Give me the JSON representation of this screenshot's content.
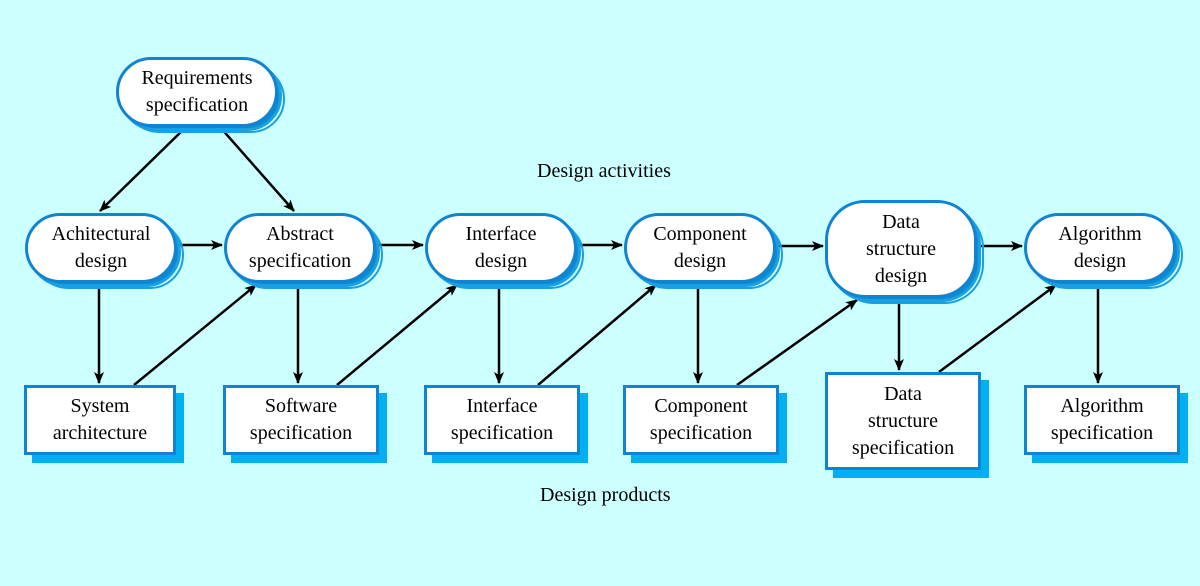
{
  "diagram": {
    "section_labels": {
      "activities": "Design activities",
      "products": "Design products"
    },
    "start": {
      "id": "requirements",
      "lines": [
        "Requirements",
        "specification"
      ]
    },
    "activities": [
      {
        "id": "architectural-design",
        "lines": [
          "Achitectural",
          "design"
        ]
      },
      {
        "id": "abstract-specification",
        "lines": [
          "Abstract",
          "specification"
        ]
      },
      {
        "id": "interface-design",
        "lines": [
          "Interface",
          "design"
        ]
      },
      {
        "id": "component-design",
        "lines": [
          "Component",
          "design"
        ]
      },
      {
        "id": "data-structure-design",
        "lines": [
          "Data",
          "structure",
          "design"
        ]
      },
      {
        "id": "algorithm-design",
        "lines": [
          "Algorithm",
          "design"
        ]
      }
    ],
    "products": [
      {
        "id": "system-architecture",
        "lines": [
          "System",
          "architecture"
        ]
      },
      {
        "id": "software-specification",
        "lines": [
          "Software",
          "specification"
        ]
      },
      {
        "id": "interface-specification",
        "lines": [
          "Interface",
          "specification"
        ]
      },
      {
        "id": "component-specification",
        "lines": [
          "Component",
          "specification"
        ]
      },
      {
        "id": "data-structure-specification",
        "lines": [
          "Data",
          "structure",
          "specification"
        ]
      },
      {
        "id": "algorithm-specification",
        "lines": [
          "Algorithm",
          "specification"
        ]
      }
    ],
    "edges": [
      {
        "from": "requirements",
        "to": "architectural-design"
      },
      {
        "from": "requirements",
        "to": "abstract-specification"
      },
      {
        "from": "architectural-design",
        "to": "abstract-specification"
      },
      {
        "from": "abstract-specification",
        "to": "interface-design"
      },
      {
        "from": "interface-design",
        "to": "component-design"
      },
      {
        "from": "component-design",
        "to": "data-structure-design"
      },
      {
        "from": "data-structure-design",
        "to": "algorithm-design"
      },
      {
        "from": "architectural-design",
        "to": "system-architecture"
      },
      {
        "from": "abstract-specification",
        "to": "software-specification"
      },
      {
        "from": "interface-design",
        "to": "interface-specification"
      },
      {
        "from": "component-design",
        "to": "component-specification"
      },
      {
        "from": "data-structure-design",
        "to": "data-structure-specification"
      },
      {
        "from": "algorithm-design",
        "to": "algorithm-specification"
      },
      {
        "from": "system-architecture",
        "to": "abstract-specification"
      },
      {
        "from": "software-specification",
        "to": "interface-design"
      },
      {
        "from": "interface-specification",
        "to": "component-design"
      },
      {
        "from": "component-specification",
        "to": "data-structure-design"
      },
      {
        "from": "data-structure-specification",
        "to": "algorithm-design"
      }
    ],
    "colors": {
      "background": "#ccffff",
      "node_border": "#1283d0",
      "node_shadow": "#00b0f0",
      "arrow": "#000000"
    }
  }
}
